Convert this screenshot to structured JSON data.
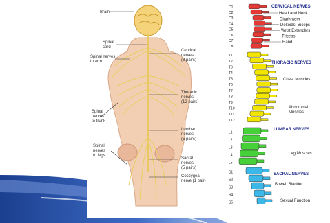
{
  "left_labels": {
    "brain": "Brain",
    "spinal_cord": "Spinal\ncord",
    "nerves_arm": "Spinal nerves\nto arm",
    "nerves_trunk": "Spinal\nnerves\nto trunk",
    "nerves_legs": "Spinal\nnerves\nto legs",
    "cervical": "Cervical\nnerves\n(8 pairs)",
    "thoracic": "Thoracic\nnerves\n(12 pairs)",
    "lumbar": "Lumbar\nnerves\n(5 pairs)",
    "sacral": "Sacral\nnerves\n(5 pairs)",
    "coccygeal": "Coccygeal\nnerve (1 pair)"
  },
  "right_labels": {
    "cervical_header": "CERVICAL NERVES",
    "cervical_items": [
      "Head and Neck",
      "Diaphragm",
      "Deltoids, Biceps",
      "Wrist Extenders",
      "Triceps",
      "Hand"
    ],
    "thoracic_header": "THORACIC NERVES",
    "chest": "Chest Muscles",
    "abdominal": "Abdominal\nMuscles",
    "lumbar_header": "LUMBAR NERVES",
    "leg": "Leg Muscles",
    "sacral_header": "SACRAL NERVES",
    "bowel": "Bowel, Bladder",
    "sexual": "Sexual Function"
  },
  "vertebra_labels": {
    "cervical": [
      "C1",
      "C2",
      "C3",
      "C4",
      "C5",
      "C6",
      "C7",
      "C8"
    ],
    "thoracic": [
      "T1",
      "T2",
      "T3",
      "T4",
      "T5",
      "T6",
      "T7",
      "T8",
      "T9",
      "T10",
      "T11",
      "T12"
    ],
    "lumbar": [
      "L1",
      "L2",
      "L3",
      "L4",
      "L5"
    ],
    "sacral": [
      "S1",
      "S2",
      "S3",
      "S4",
      "S5"
    ]
  },
  "colors": {
    "cervical": "#e53935",
    "thoracic": "#f2e600",
    "lumbar": "#46d139",
    "sacral": "#3bb7e8",
    "header": "#1f2a8c",
    "skin": "#f0ccb0",
    "nerve": "#f3df7a",
    "brain": "#f4d37a"
  }
}
